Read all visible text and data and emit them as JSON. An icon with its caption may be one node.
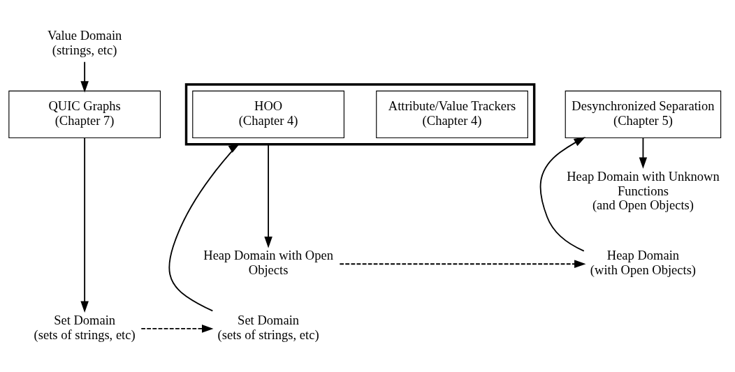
{
  "diagram": {
    "nodes": [
      {
        "text": [
          "Value Domain (strings, etc)"
        ]
      },
      {
        "text": [
          "QUIC Graphs (Chapter 7)"
        ]
      },
      {
        "text": [
          "Set Domain (sets of strings, etc)"
        ]
      },
      {
        "text": [
          "Set Domain (sets of strings, etc)"
        ]
      },
      {
        "text": [],
        "shape": "box"
      },
      {
        "text": [
          "HOO (Chapter 4)"
        ],
        "in": 4
      },
      {
        "text": [
          "Attribute/Value Trackers (Chapter 4)"
        ],
        "in": 4
      },
      {
        "text": [
          "Heap Domain with Open Objects"
        ]
      },
      {
        "text": [
          "Heap Domain (with Open Objects)"
        ]
      },
      {
        "text": [
          "Desynchronized Separation (Chapter 5)"
        ]
      },
      {
        "text": [
          "Heap Domain with Unknown Functions (and Open Objects)"
        ]
      }
    ],
    "edges": [
      {
        "from": 0,
        "to": 1,
        "arrow": "to"
      },
      {
        "from": 1,
        "to": 2,
        "arrow": "to"
      },
      {
        "from": 2,
        "to": 3,
        "arrow": "to",
        "style": "dashed"
      },
      {
        "from": 3,
        "to": 4,
        "arrow": "to"
      },
      {
        "from": 4,
        "to": 7,
        "arrow": "to"
      },
      {
        "from": 7,
        "to": 8,
        "arrow": "to",
        "style": "dashed"
      },
      {
        "from": 8,
        "to": 9,
        "arrow": "to"
      },
      {
        "from": 9,
        "to": 10,
        "arrow": "to"
      }
    ]
  }
}
